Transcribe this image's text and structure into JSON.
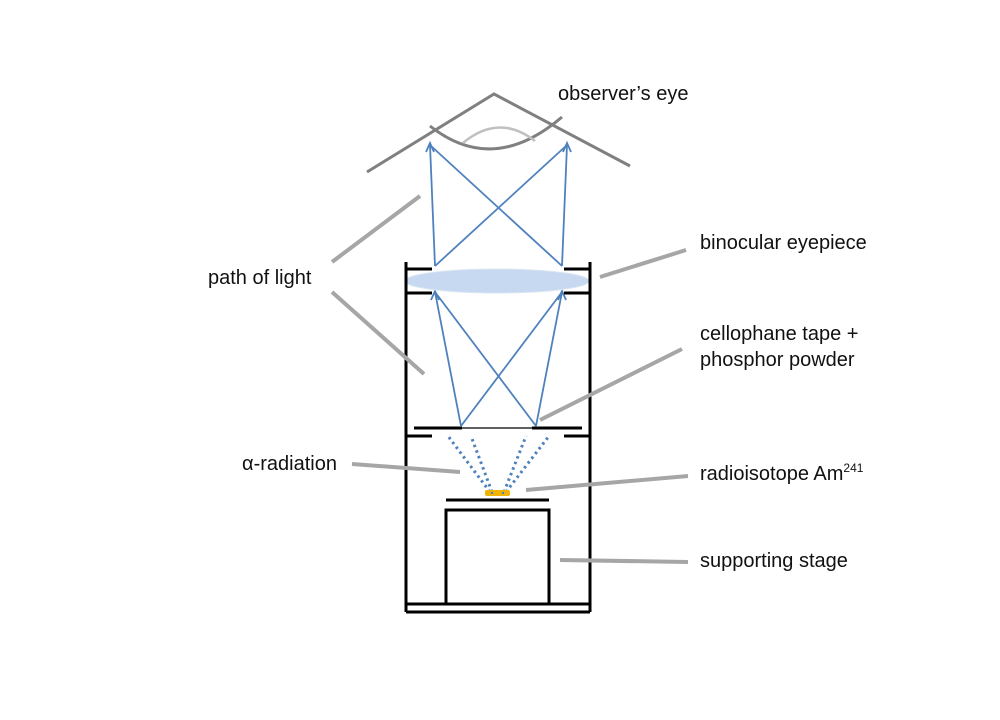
{
  "labels": {
    "eye": "observer’s eye",
    "light": "path of light",
    "eyepiece": "binocular eyepiece",
    "tape_line1": "cellophane tape +",
    "tape_line2": "phosphor powder",
    "alpha": "α-radiation",
    "isotope": "radioisotope Am",
    "isotope_sup": "241",
    "stage": "supporting stage"
  },
  "colors": {
    "frame": "#000000",
    "ray": "#4f81bd",
    "lens": "#c6d9f1",
    "eye": "#808080",
    "eye_inner": "#c0c0c0",
    "leader": "#a6a6a6",
    "alpha_dots": "#4f81bd",
    "isotope": "#f0b400"
  }
}
